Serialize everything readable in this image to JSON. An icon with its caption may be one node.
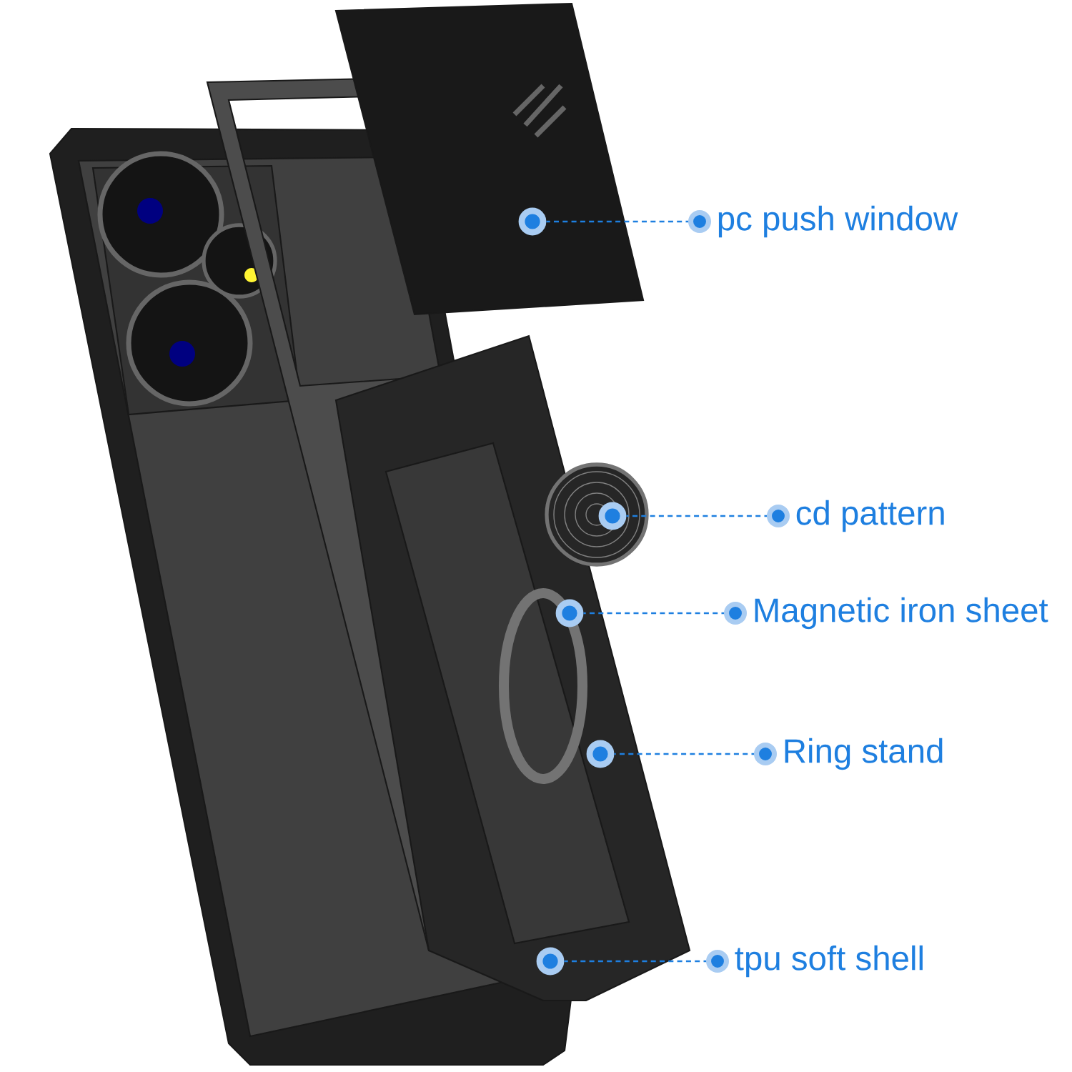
{
  "diagram": {
    "nodes": [
      {
        "text": [
          "pc push window"
        ]
      },
      {
        "text": [
          "cd pattern"
        ]
      },
      {
        "text": [
          "Magnetic iron sheet"
        ]
      },
      {
        "text": [
          "Ring stand"
        ]
      },
      {
        "text": [
          "tpu soft shell"
        ]
      },
      {
        "text": [],
        "shape": "circle"
      },
      {
        "text": [],
        "shape": "circle"
      },
      {
        "text": [],
        "shape": "circle"
      },
      {
        "text": [],
        "shape": "circle"
      },
      {
        "text": [],
        "shape": "circle"
      }
    ],
    "edges": [
      {
        "from": 0,
        "to": 5,
        "arrow": "other",
        "style": "dashed"
      },
      {
        "from": 1,
        "to": 6,
        "arrow": "other",
        "style": "dashed"
      },
      {
        "from": 2,
        "to": 7,
        "arrow": "other",
        "style": "dashed"
      },
      {
        "from": 3,
        "to": 8,
        "arrow": "other",
        "style": "dashed"
      },
      {
        "from": 4,
        "to": 9,
        "arrow": "other",
        "style": "dashed"
      }
    ]
  }
}
